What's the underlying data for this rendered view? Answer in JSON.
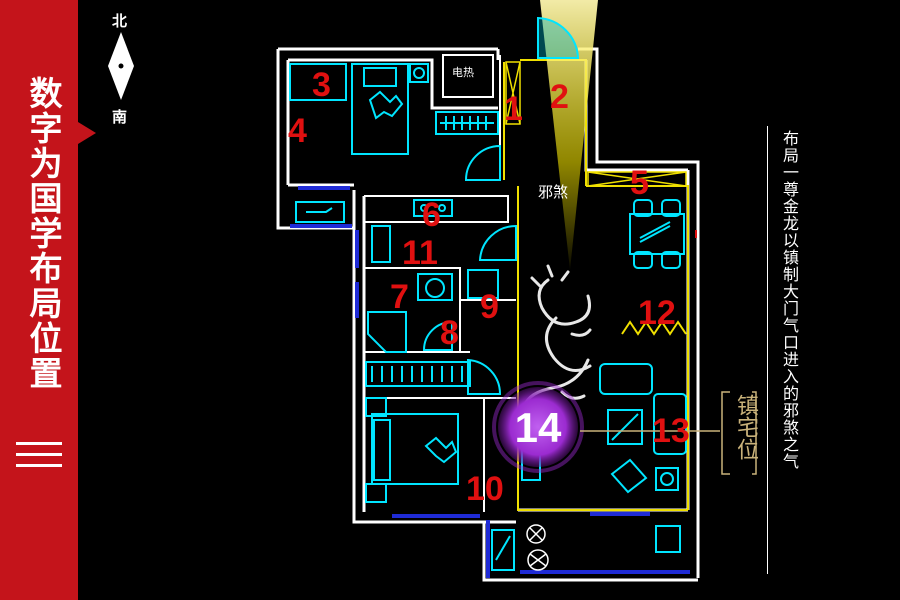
{
  "banner": {
    "title": "数字为国学布局位置",
    "numeral": "三"
  },
  "compass": {
    "north": "北",
    "south": "南"
  },
  "plan": {
    "room_labels": [
      "1",
      "2",
      "3",
      "4",
      "5",
      "6",
      "7",
      "8",
      "9",
      "10",
      "11",
      "12",
      "13"
    ],
    "focus_label": "14",
    "evil_label": "邪煞",
    "toilet_label": "电热"
  },
  "annotation": {
    "zhen_label": "镇宅位",
    "side_note": "布局一尊金龙以镇制大门气口进入的邪煞之气"
  },
  "colors": {
    "banner": "#c4141b",
    "wall": "#ffffff",
    "fixture": "#00e5ff",
    "accent": "#f0e000",
    "window": "#1f2bd6",
    "room_num": "#e01010",
    "focus": "#9b2bd0",
    "zhen": "#c9b27a"
  }
}
